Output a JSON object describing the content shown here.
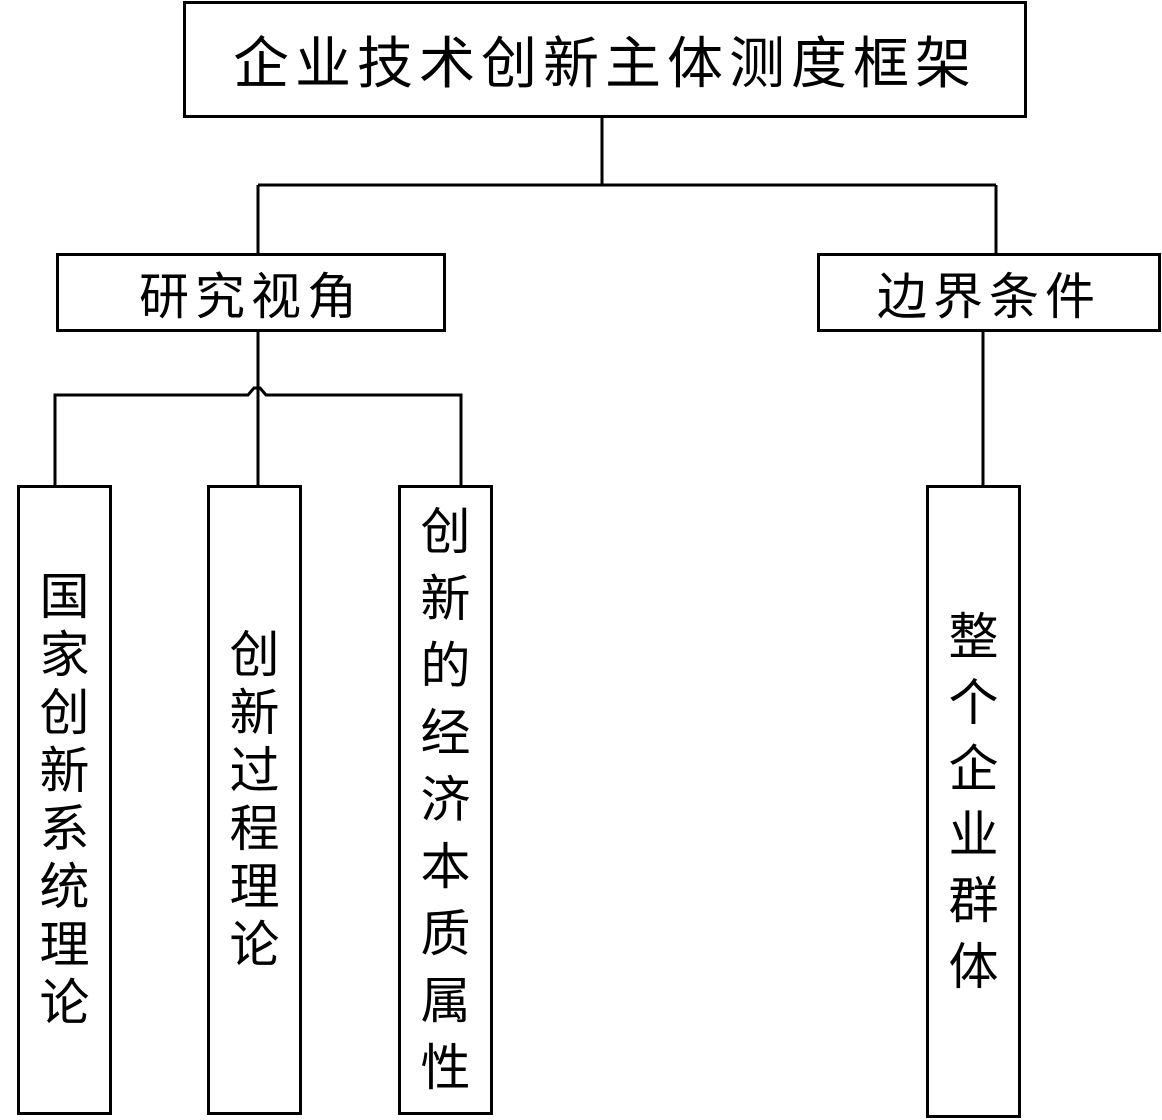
{
  "diagram": {
    "root": {
      "label": "企业技术创新主体测度框架"
    },
    "perspective": {
      "label": "研究视角"
    },
    "boundary": {
      "label": "边界条件"
    },
    "leaves": [
      {
        "label": "国家创新系统理论"
      },
      {
        "label": "创新过程理论"
      },
      {
        "label": "创新的经济本质属性"
      },
      {
        "label": "整个企业群体"
      }
    ]
  }
}
